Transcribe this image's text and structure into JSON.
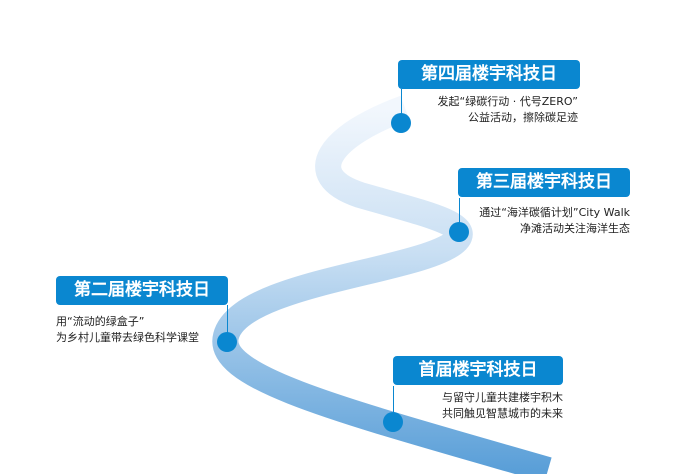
{
  "milestones": [
    {
      "title": "第四届楼宇科技日",
      "lines": [
        "发起“绿碳行动 · 代号ZERO”",
        "公益活动，擦除碳足迹"
      ]
    },
    {
      "title": "第三届楼宇科技日",
      "lines": [
        "通过“海洋碳循计划”City Walk",
        "净滩活动关注海洋生态"
      ]
    },
    {
      "title": "第二届楼宇科技日",
      "lines": [
        "用“流动的绿盒子”",
        "为乡村儿童带去绿色科学课堂"
      ]
    },
    {
      "title": "首届楼宇科技日",
      "lines": [
        "与留守儿童共建楼宇积木",
        "共同触见智慧城市的未来"
      ]
    }
  ],
  "colors": {
    "accent": "#0a87d0",
    "road_top": "#eef5fc",
    "road_bottom": "#5a9fd8"
  }
}
